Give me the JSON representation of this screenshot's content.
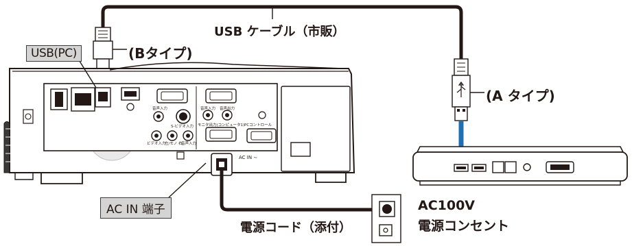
{
  "labels": {
    "usb_cable": "USB ケーブル（市販）",
    "b_type": "(Bタイプ)",
    "a_type": "(A タイプ)",
    "usb_pc_port": "USB(PC)",
    "ac_in_terminal": "AC IN 端子",
    "power_cord": "電源コード（添付）",
    "outlet_voltage": "AC100V",
    "outlet_name": "電源コンセント"
  },
  "projector_panel_labels": {
    "ac_in": "AC IN ∼",
    "pc_control": "PCコントロール",
    "audio_in_1": "音声入力",
    "audio_in_2": "音声入力",
    "audio_out": "音声出力",
    "monitor_out": "モニタ出力(コンピュータ1)",
    "s_video_in": "S-ビデオ入力",
    "video_in": "ビデオ入力",
    "audio_lr": "左/モノ 右",
    "audio_in_3": "音声入力"
  },
  "colors": {
    "cable": "#231815",
    "arrow": "#1f6fb4",
    "label_box": "#d4d4d4"
  }
}
